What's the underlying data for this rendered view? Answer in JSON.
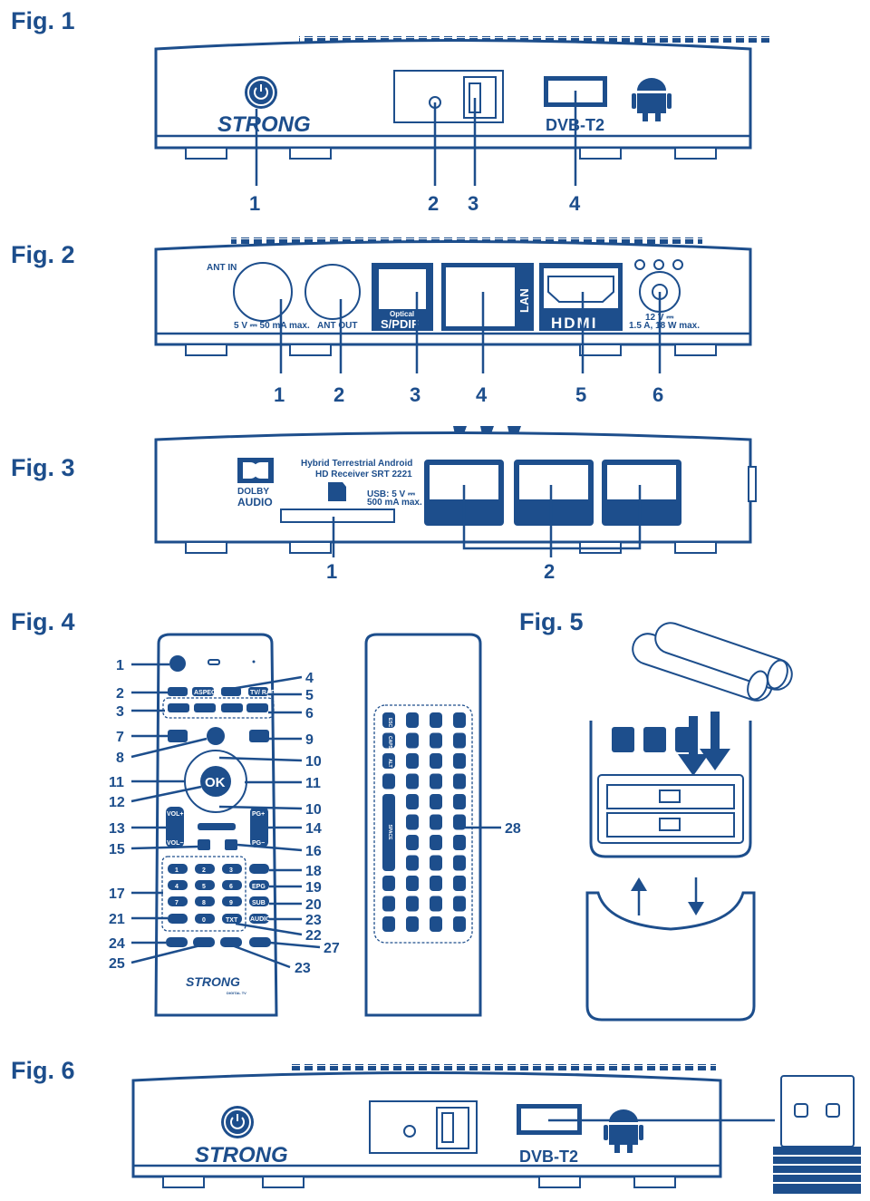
{
  "figures": {
    "fig1": {
      "title": "Fig. 1",
      "brand": "STRONG",
      "dvb": "DVB-T2",
      "callouts": [
        "1",
        "2",
        "3",
        "4"
      ]
    },
    "fig2": {
      "title": "Fig. 2",
      "ant_in": "ANT IN",
      "ant_in_spec": "5 V ⎓ 50 mA max.",
      "ant_out": "ANT OUT",
      "optical": "Optical",
      "spdif": "S/PDIF",
      "lan": "LAN",
      "hdmi": "HDMI",
      "power_spec_1": "12 V ⎓",
      "power_spec_2": "1.5 A, 18 W max.",
      "callouts": [
        "1",
        "2",
        "3",
        "4",
        "5",
        "6"
      ]
    },
    "fig3": {
      "title": "Fig. 3",
      "dolby_1": "DOLBY",
      "dolby_2": "AUDIO",
      "product_1": "Hybrid Terrestrial Android",
      "product_2": "HD Receiver SRT 2221",
      "usb_spec_1": "USB: 5 V ⎓",
      "usb_spec_2": "500 mA max.",
      "callouts": [
        "1",
        "2"
      ]
    },
    "fig4": {
      "title": "Fig. 4",
      "ok": "OK",
      "aspect": "ASPECT",
      "tv_radio": "TV/ RADIO",
      "vol_plus": "VOL+",
      "vol_minus": "VOL−",
      "pg_plus": "PG+",
      "pg_minus": "PG−",
      "epg": "EPG",
      "sub": "SUB",
      "audio": "AUDIO",
      "txt": "TXT",
      "brand": "STRONG",
      "brand_sub": "DIGITAL TV",
      "digits": [
        "1",
        "2",
        "3",
        "4",
        "5",
        "6",
        "7",
        "8",
        "9",
        "0"
      ],
      "keyboard_labels": [
        "ESC",
        "CAPS",
        "ALT",
        "SPACE"
      ],
      "left_callouts": [
        "1",
        "2",
        "3",
        "7",
        "8",
        "11",
        "12",
        "13",
        "15",
        "17",
        "21",
        "24",
        "25"
      ],
      "right_callouts": [
        "4",
        "5",
        "6",
        "9",
        "10",
        "11",
        "10",
        "14",
        "16",
        "18",
        "19",
        "20",
        "23",
        "22",
        "27",
        "23"
      ],
      "keyboard_callout": "28"
    },
    "fig5": {
      "title": "Fig. 5"
    },
    "fig6": {
      "title": "Fig. 6",
      "brand": "STRONG",
      "dvb": "DVB-T2"
    }
  }
}
